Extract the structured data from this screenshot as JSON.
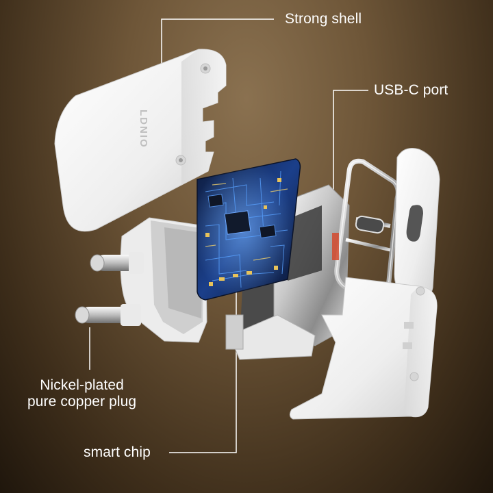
{
  "brand": {
    "logo_text": "LDNIO"
  },
  "labels": {
    "strong_shell": "Strong shell",
    "usb_c_port": "USB-C port",
    "plug_line1": "Nickel-plated",
    "plug_line2": "pure copper plug",
    "smart_chip": "smart chip"
  },
  "colors": {
    "background_top": "#8a7150",
    "background_bottom": "#1f160c",
    "shell_white": "#f2f2f2",
    "pcb_blue": "#1b3f8a",
    "label_text": "#ffffff",
    "leader_line": "#ffffff"
  }
}
